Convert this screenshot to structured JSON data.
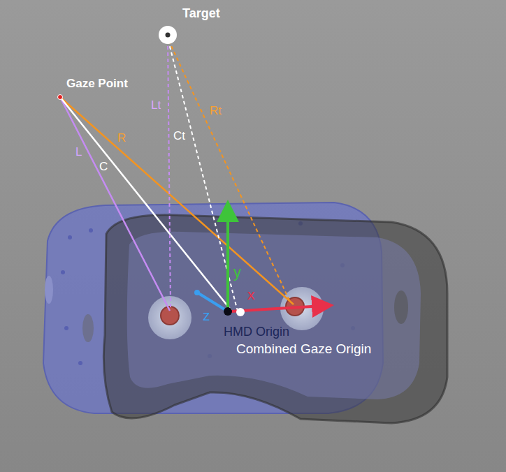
{
  "diagram": {
    "labels": [
      "Target",
      "Gaze Point",
      "L",
      "R",
      "C",
      "Lt",
      "Ct",
      "Rt",
      "y",
      "x",
      "z",
      "HMD Origin",
      "Combined Gaze Origin"
    ]
  }
}
